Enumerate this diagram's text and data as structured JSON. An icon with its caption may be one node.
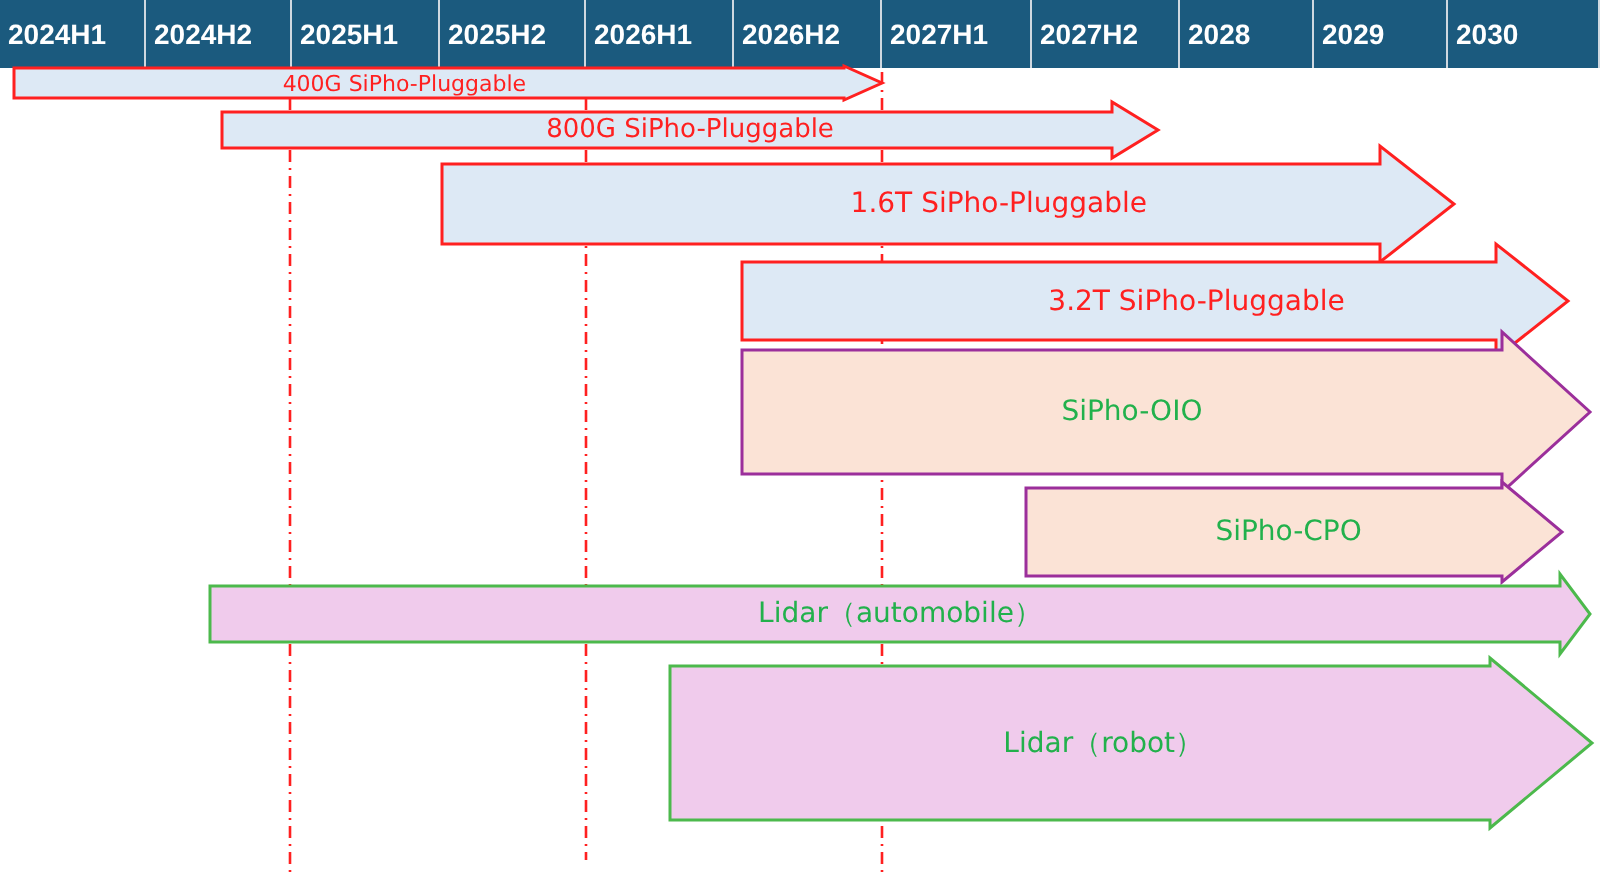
{
  "diagram": {
    "nodes": [
      {
        "text": [
          "400G SiPho-Pluggable"
        ]
      },
      {
        "text": [
          "800G SiPho-Pluggable"
        ]
      },
      {
        "text": [
          "1.6T SiPho-Pluggable"
        ]
      },
      {
        "text": [
          "3.2T SiPho-Pluggable"
        ]
      },
      {
        "text": [
          "SiPho-OIO"
        ]
      },
      {
        "text": [
          "SiPho-CPO"
        ]
      },
      {
        "text": [
          "Lidar（automobile）"
        ]
      },
      {
        "text": [
          "Lidar（robot）"
        ]
      }
    ],
    "labels": [
      "2024H1",
      "2024H2",
      "2025H1",
      "2025H2",
      "2026H1",
      "2026H2",
      "2027H1",
      "2027H2",
      "2028",
      "2029",
      "2030"
    ]
  }
}
